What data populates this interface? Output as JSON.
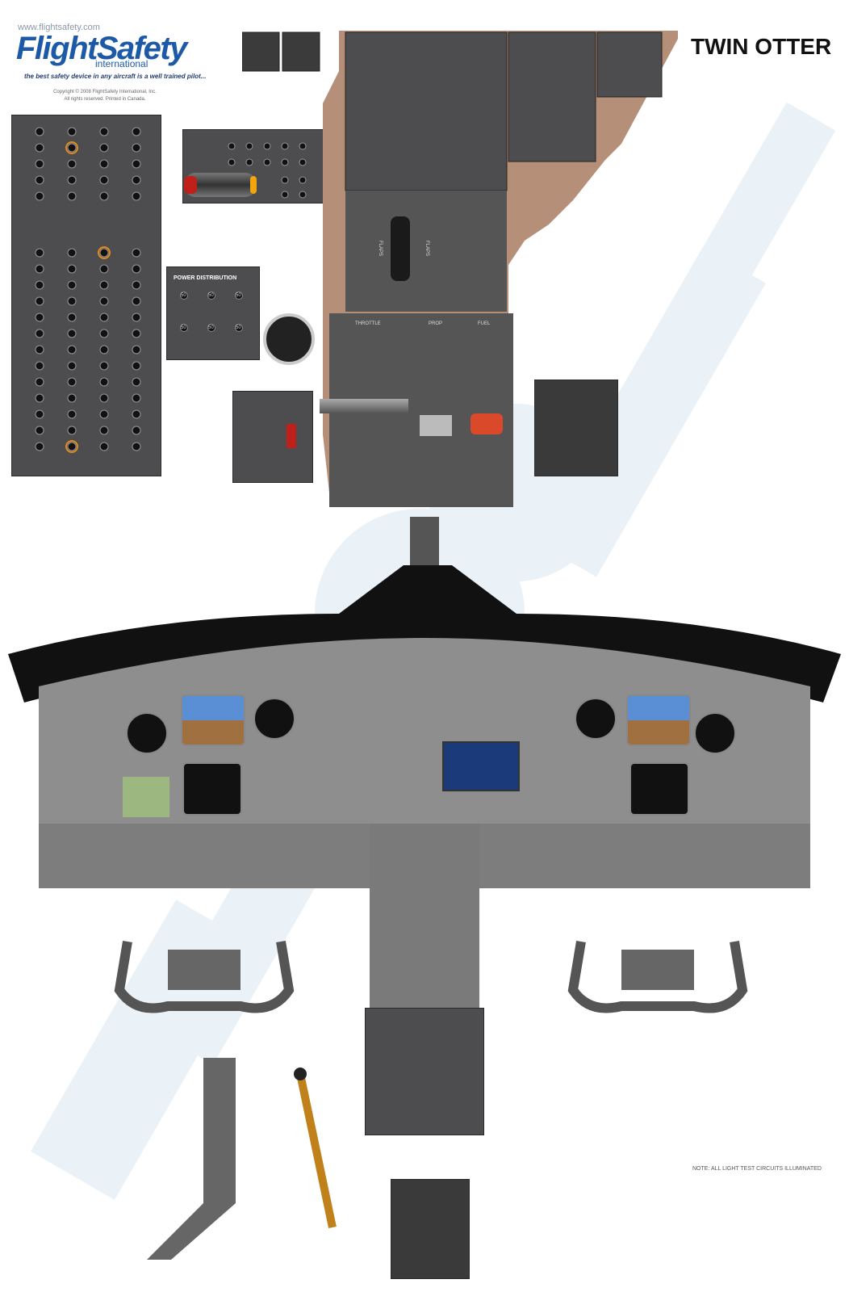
{
  "brand": {
    "url": "www.flightsafety.com",
    "name": "FlightSafety",
    "subname": "international",
    "tagline": "the best safety device in any aircraft is a well trained pilot...",
    "copyright_line1": "Copyright © 2008 FlightSafety International, Inc.",
    "copyright_line2": "All rights reserved. Printed in Canada."
  },
  "poster_title": "TWIN OTTER",
  "power_distribution": {
    "title": "POWER DISTRIBUTION",
    "values": [
      "50",
      "50",
      "50",
      "50",
      "50",
      "50"
    ]
  },
  "levers": {
    "throttle": "THROTTLE",
    "prop": "PROP",
    "fuel": "FUEL"
  },
  "flaps_label": "FLAPS",
  "note": "NOTE: ALL LIGHT TEST CIRCUITS ILLUMINATED",
  "colors": {
    "panel_gray": "#4d4d4f",
    "console_bronze": "#b58f78",
    "brand_blue": "#1c5aa8",
    "glareshield_black": "#111111",
    "dash_gray": "#8e8e8e"
  }
}
